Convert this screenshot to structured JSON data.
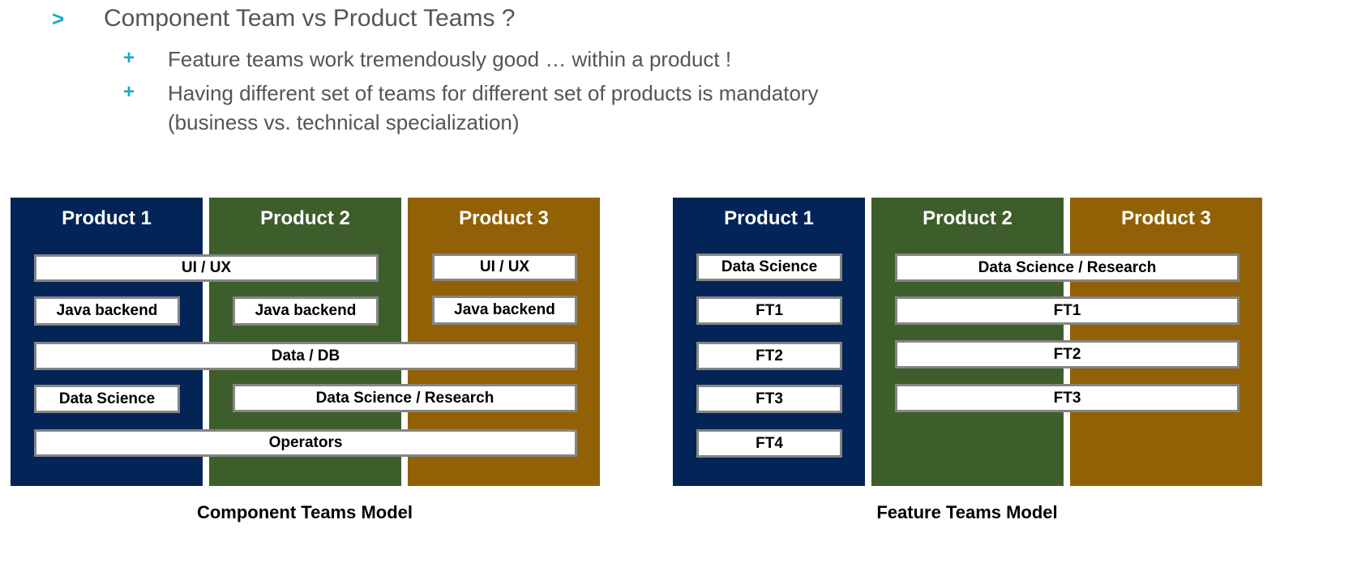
{
  "header": {
    "title": "Component Team vs Product Teams ?",
    "bullets": [
      "Feature teams work tremendously good … within a product !",
      "Having different set of teams for different set of products is mandatory",
      "(business vs. technical specialization)"
    ],
    "chevron": ">",
    "plus": "+"
  },
  "component_model": {
    "caption": "Component Teams Model",
    "products": [
      "Product 1",
      "Product 2",
      "Product 3"
    ],
    "boxes": {
      "uiux_shared": "UI / UX",
      "uiux_p3": "UI / UX",
      "java_p1": "Java backend",
      "java_p2": "Java backend",
      "java_p3": "Java backend",
      "data_db": "Data / DB",
      "ds_p1": "Data Science",
      "ds_research": "Data Science / Research",
      "operators": "Operators"
    }
  },
  "feature_model": {
    "caption": "Feature Teams Model",
    "products": [
      "Product 1",
      "Product 2",
      "Product 3"
    ],
    "left": [
      "Data Science",
      "FT1",
      "FT2",
      "FT3",
      "FT4"
    ],
    "right": [
      "Data Science / Research",
      "FT1",
      "FT2",
      "FT3"
    ]
  },
  "colors": {
    "product1": "#022456",
    "product2": "#3d5e2b",
    "product3": "#936105",
    "accent": "#1aa8c8"
  }
}
